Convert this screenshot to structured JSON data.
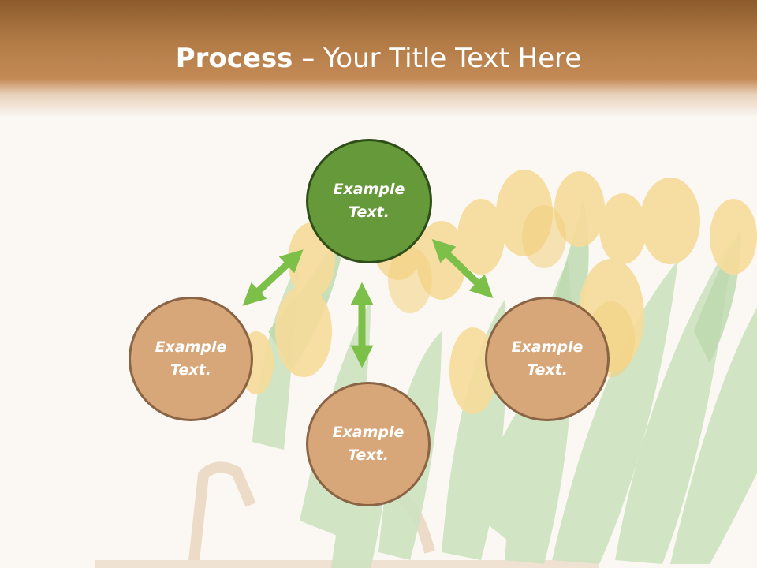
{
  "slide": {
    "title_bold": "Process",
    "title_rest": " – Your Title Text Here"
  },
  "diagram": {
    "center": {
      "line1": "Example",
      "line2": "Text."
    },
    "left": {
      "line1": "Example",
      "line2": "Text."
    },
    "right": {
      "line1": "Example",
      "line2": "Text."
    },
    "bottom": {
      "line1": "Example",
      "line2": "Text."
    }
  },
  "colors": {
    "header_dark": "#8c5a2b",
    "header_light": "#c48a56",
    "center_fill": "#66993a",
    "node_fill": "#d7a77a",
    "arrow": "#7cc04a"
  }
}
